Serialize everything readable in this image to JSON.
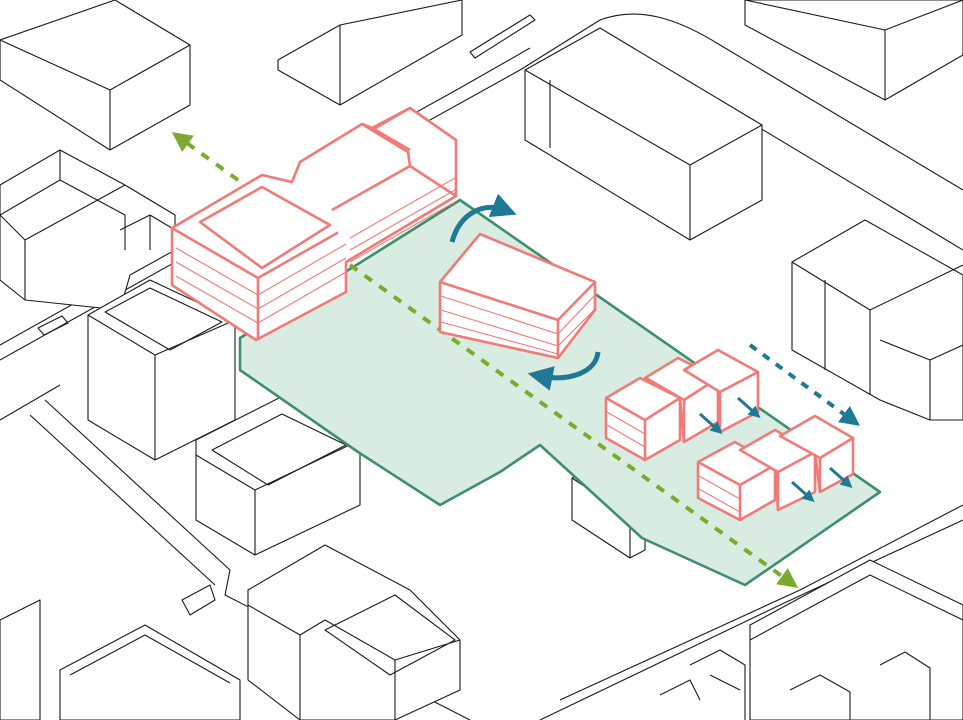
{
  "diagram": {
    "type": "axonometric site massing diagram",
    "labels": [],
    "colors": {
      "background": "#ffffff",
      "context_line": "#1a1a1a",
      "site_fill": "#d9ece2",
      "site_outline": "#3d8f6b",
      "proposed_massing": "#f07a78",
      "pedestrian_axis": "#7aab2e",
      "rotation_arrows": "#1e7896",
      "frontage_arrows": "#1e7896"
    },
    "elements": {
      "site": "open-space-plot",
      "axis": "dashed-green-diagonal-axis",
      "rotation": "curved-blue-rotation-arrows",
      "frontage": "blue-dashed-frontage-arrows",
      "massing": "proposed-pink-buildings",
      "context": "existing-context-buildings"
    }
  }
}
